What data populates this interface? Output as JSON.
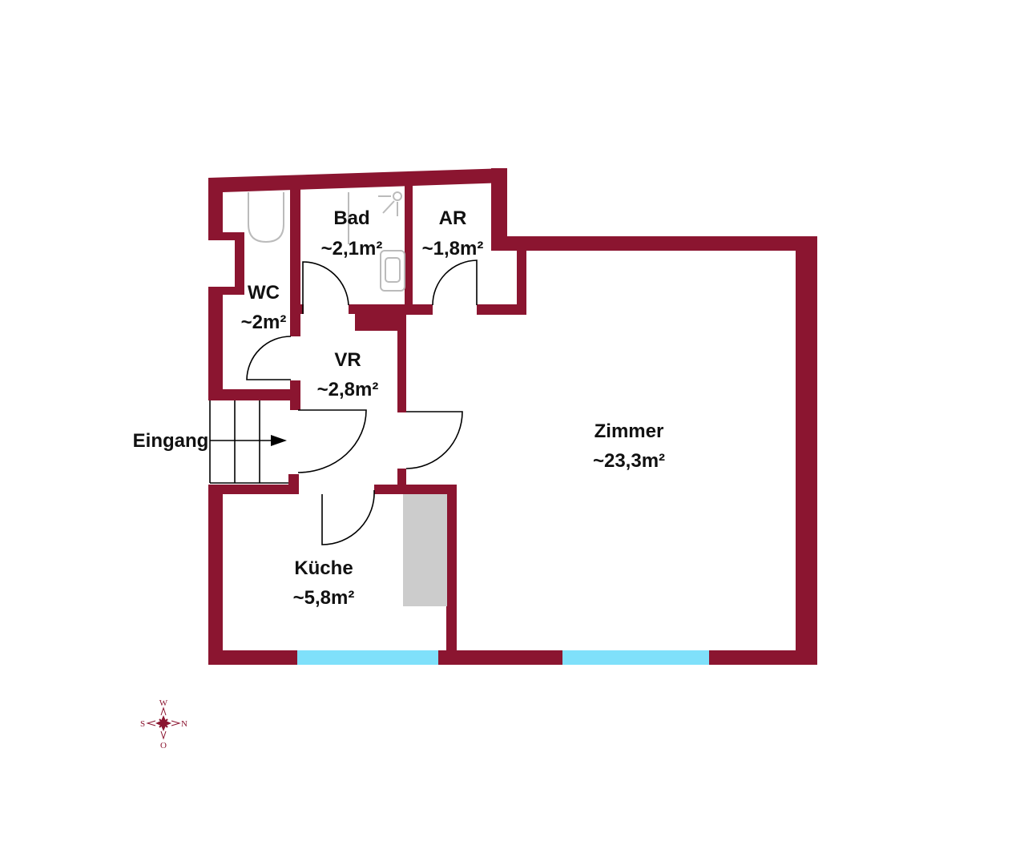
{
  "plan": {
    "rooms": [
      {
        "name": "Bad",
        "area": "~2,1m²"
      },
      {
        "name": "AR",
        "area": "~1,8m²"
      },
      {
        "name": "WC",
        "area": "~2m²"
      },
      {
        "name": "VR",
        "area": "~2,8m²"
      },
      {
        "name": "Zimmer",
        "area": "~23,3m²"
      },
      {
        "name": "Küche",
        "area": "~5,8m²"
      }
    ],
    "entrance_label": "Eingang",
    "colors": {
      "wall": "#8b1530",
      "window": "#7fe0fa",
      "counter": "#cccccc"
    }
  },
  "compass": {
    "top": "W",
    "left": "S",
    "right": "N",
    "bottom": "O"
  }
}
